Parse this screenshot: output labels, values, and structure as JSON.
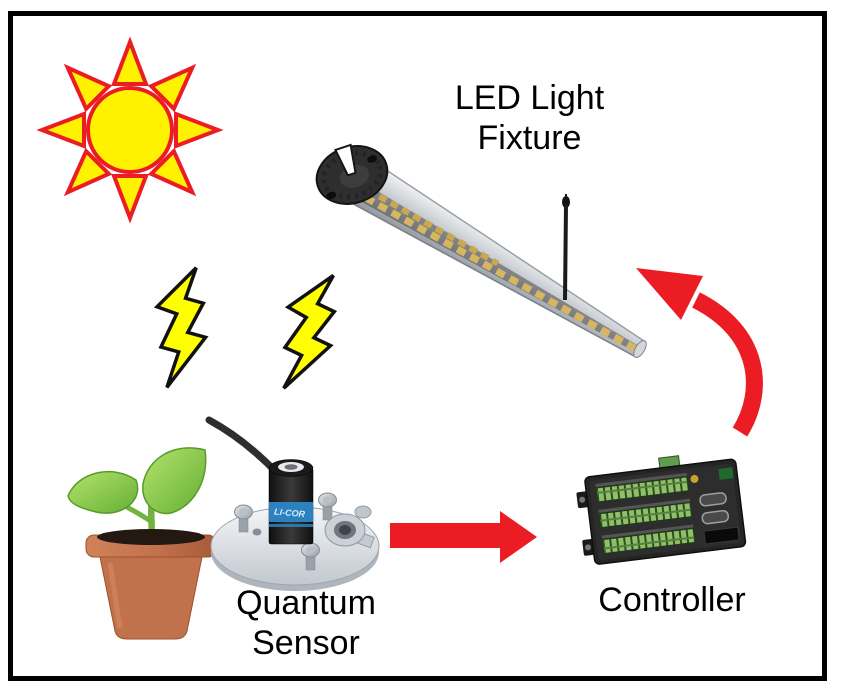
{
  "diagram": {
    "labels": {
      "led_fixture_line1": "LED Light",
      "led_fixture_line2": "Fixture",
      "quantum_sensor_line1": "Quantum",
      "quantum_sensor_line2": "Sensor",
      "controller": "Controller"
    },
    "sensor_brand": "LI-COR",
    "icons": {
      "sun": "sun-with-8-rays",
      "lightning_left": "lightning-bolt",
      "lightning_right": "lightning-bolt",
      "plant": "seedling-in-terracotta-pot",
      "quantum_sensor": "quantum-sensor-on-mounting-plate",
      "led_fixture": "led-bar-light-with-hanging-rod",
      "controller": "datalogger-with-green-terminal-blocks",
      "arrow_sensor_to_controller": "red-arrow-right",
      "arrow_controller_to_fixture": "red-curved-arrow-up-left"
    },
    "colors": {
      "background": "#FFFFFF",
      "border": "#000000",
      "text": "#000000",
      "arrow_red": "#EC1C24",
      "sun_fill": "#FFF200",
      "sun_outline": "#EC1C24",
      "lightning_fill": "#FFFF00",
      "lightning_outline": "#111111",
      "sensor_band_blue": "#2C82C0",
      "terminal_green": "#8FBF68",
      "pot_terracotta": "#C2714D",
      "leaf_green": "#76BC3C"
    }
  }
}
